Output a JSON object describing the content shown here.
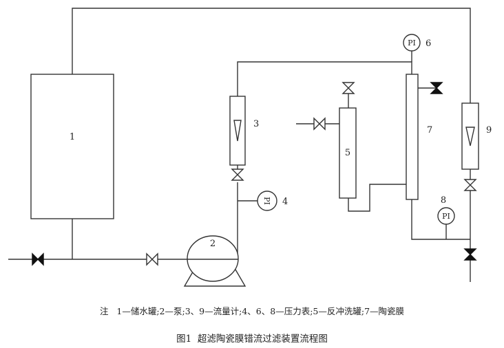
{
  "labels": {
    "tank": "1",
    "pump": "2",
    "flowmeter_a": "3",
    "gauge_a": "4",
    "backflush_tank": "5",
    "gauge_b": "6",
    "membrane": "7",
    "gauge_c": "8",
    "flowmeter_b": "9"
  },
  "gauge_text": {
    "gauge_a": "PI",
    "gauge_b": "PI",
    "gauge_c": "PI"
  },
  "caption": {
    "note_prefix": "注",
    "note_text": "1—储水罐;2—泵;3、9—流量计;4、6、8—压力表;5—反冲洗罐;7—陶瓷膜",
    "figure_number": "图1",
    "figure_title": "超滤陶瓷膜错流过滤装置流程图"
  }
}
